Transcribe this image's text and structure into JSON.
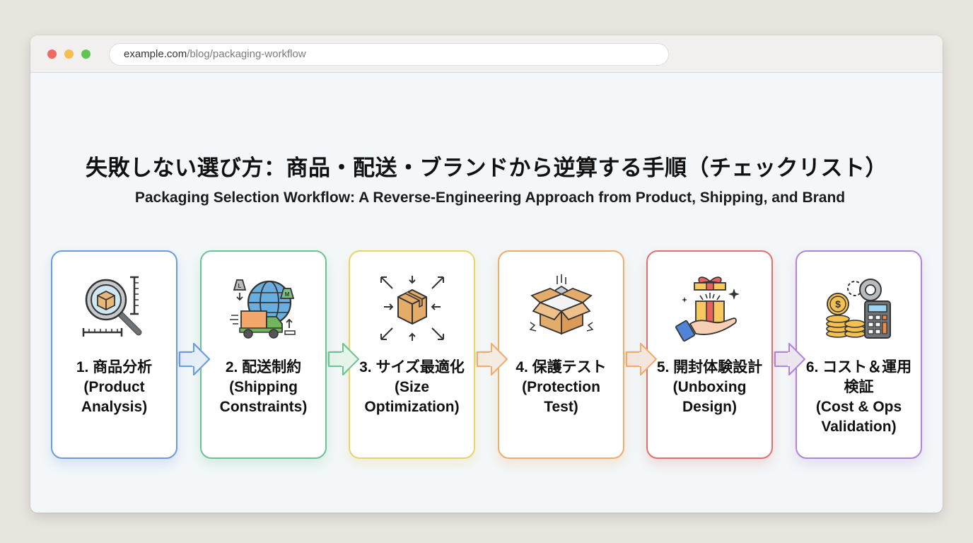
{
  "browser": {
    "url_host": "example.com",
    "url_path": "/blog/packaging-workflow",
    "traffic_lights": [
      "close",
      "minimize",
      "maximize"
    ]
  },
  "page": {
    "title_jp": "失敗しない選び方：商品・配送・ブランドから逆算する手順（チェックリスト）",
    "title_en": "Packaging Selection Workflow: A Reverse-Engineering Approach from Product, Shipping, and Brand"
  },
  "steps": [
    {
      "number": "1.",
      "jp": "商品分析",
      "en": "(Product Analysis)",
      "icon": "magnifier-box-ruler-icon",
      "color": "#6a9be0"
    },
    {
      "number": "2.",
      "jp": "配送制約",
      "en": "(Shipping Constraints)",
      "icon": "truck-globe-weights-icon",
      "color": "#6cc290"
    },
    {
      "number": "3.",
      "jp": "サイズ最適化",
      "en": "(Size Optimization)",
      "icon": "box-arrows-resize-icon",
      "color": "#e9d36a"
    },
    {
      "number": "4.",
      "jp": "保護テスト",
      "en": "(Protection Test)",
      "icon": "open-box-drop-test-icon",
      "color": "#f0ac6a"
    },
    {
      "number": "5.",
      "jp": "開封体験設計",
      "en": "(Unboxing Design)",
      "icon": "gift-hand-icon",
      "color": "#e07070"
    },
    {
      "number": "6.",
      "jp": "コスト＆運用検証",
      "en": "(Cost & Ops Validation)",
      "icon": "coins-calculator-gears-icon",
      "color": "#b184dc"
    }
  ]
}
